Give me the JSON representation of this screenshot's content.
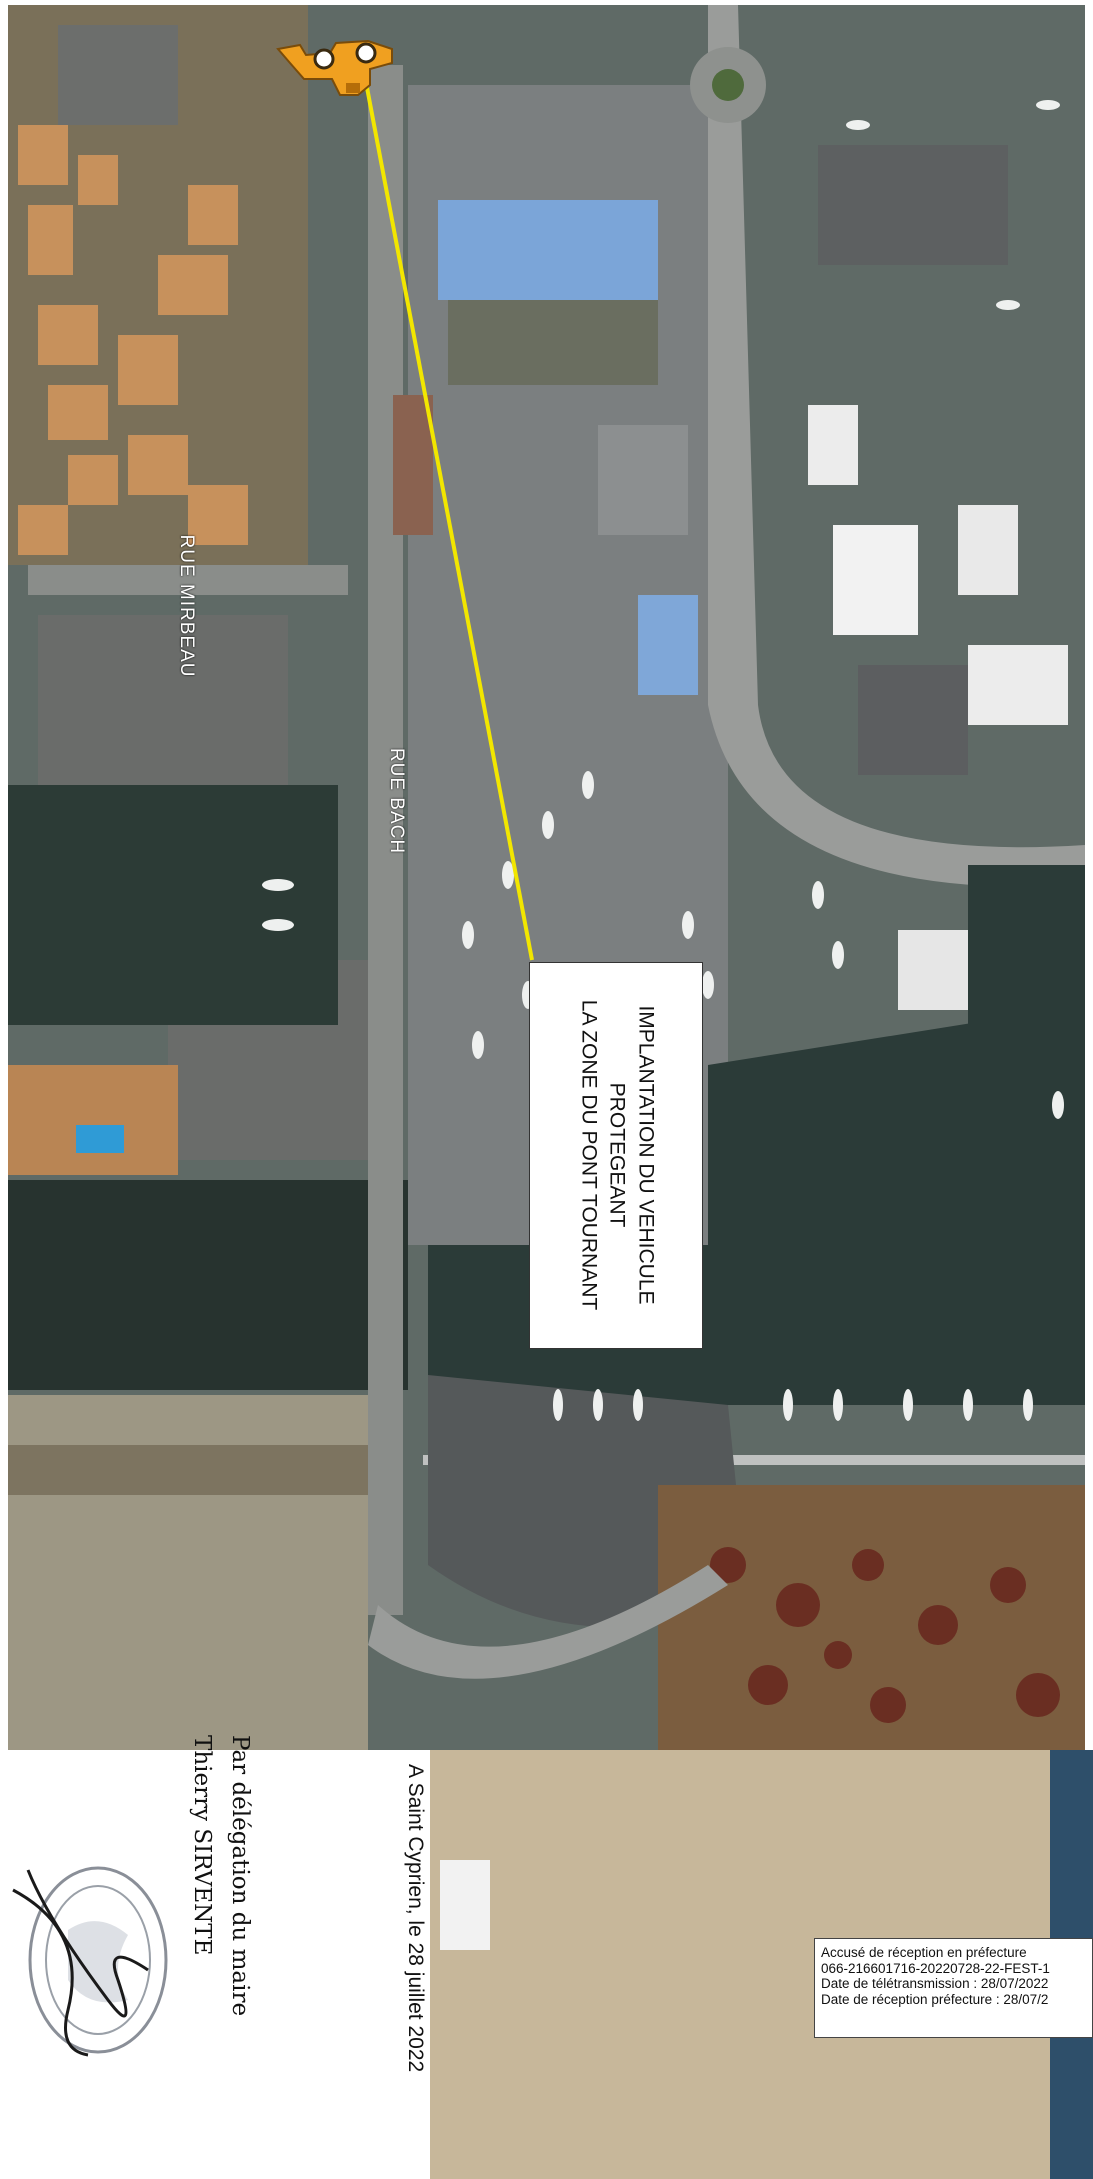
{
  "map": {
    "street_labels": {
      "rue_mirbeau": "RUE MIRBEAU",
      "rue_bach": "RUE BACH"
    },
    "callout_lines": [
      "IMPLANTATION DU VEHICULE",
      "PROTEGEANT",
      "LA ZONE DU PONT TOURNANT"
    ],
    "vehicle_icon": "tow-vehicle-icon",
    "colors": {
      "marker_line": "#f2e600",
      "vehicle": "#f0a020"
    }
  },
  "signature": {
    "place_date": "A Saint Cyprien, le 28 juillet 2022",
    "delegation": "Par délégation du maire",
    "name": "Thierry SIRVENTE",
    "stamp_icon": "town-hall-seal-icon"
  },
  "notice": {
    "line1": "Accusé de réception en préfecture",
    "line2": "066-216601716-20220728-22-FEST-1",
    "line3": "Date de télétransmission : 28/07/2022",
    "line4": "Date de réception préfecture : 28/07/2"
  }
}
